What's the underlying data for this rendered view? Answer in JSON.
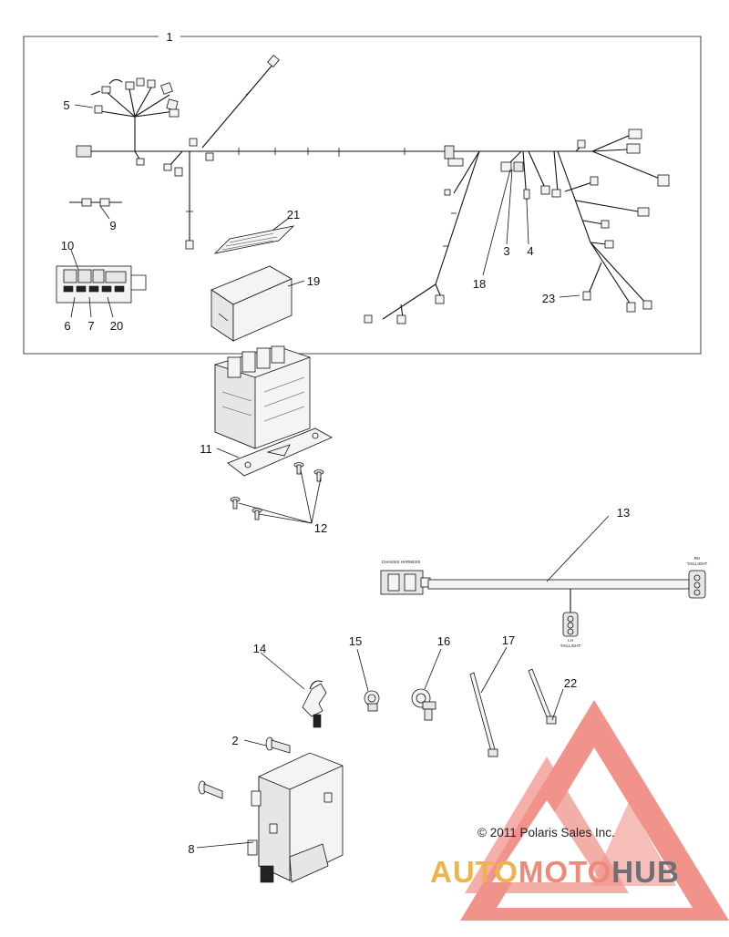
{
  "callouts": [
    {
      "id": "c1",
      "label": "1"
    },
    {
      "id": "c2",
      "label": "2"
    },
    {
      "id": "c3",
      "label": "3"
    },
    {
      "id": "c4",
      "label": "4"
    },
    {
      "id": "c5",
      "label": "5"
    },
    {
      "id": "c6",
      "label": "6"
    },
    {
      "id": "c7",
      "label": "7"
    },
    {
      "id": "c8",
      "label": "8"
    },
    {
      "id": "c9",
      "label": "9"
    },
    {
      "id": "c10",
      "label": "10"
    },
    {
      "id": "c11",
      "label": "11"
    },
    {
      "id": "c12",
      "label": "12"
    },
    {
      "id": "c13",
      "label": "13"
    },
    {
      "id": "c14",
      "label": "14"
    },
    {
      "id": "c15",
      "label": "15"
    },
    {
      "id": "c16",
      "label": "16"
    },
    {
      "id": "c17",
      "label": "17"
    },
    {
      "id": "c18",
      "label": "18"
    },
    {
      "id": "c19",
      "label": "19"
    },
    {
      "id": "c20",
      "label": "20"
    },
    {
      "id": "c21",
      "label": "21"
    },
    {
      "id": "c22",
      "label": "22"
    },
    {
      "id": "c23",
      "label": "23"
    }
  ],
  "harness_labels": {
    "chassis": "CHASSIS HARNESS",
    "rh_top": "RH",
    "rh_bottom": "TAILLIGHT",
    "lh_top": "LH",
    "lh_bottom": "TAILLIGHT"
  },
  "copyright": "© 2011 Polaris Sales Inc.",
  "brand": {
    "part1": "AUTO",
    "part2": "MOTO",
    "part3": "HUB"
  },
  "colors": {
    "watermark_red": "#ee7f74",
    "brand_yellow": "#f2b24a",
    "brand_gray": "#6d6f73"
  }
}
